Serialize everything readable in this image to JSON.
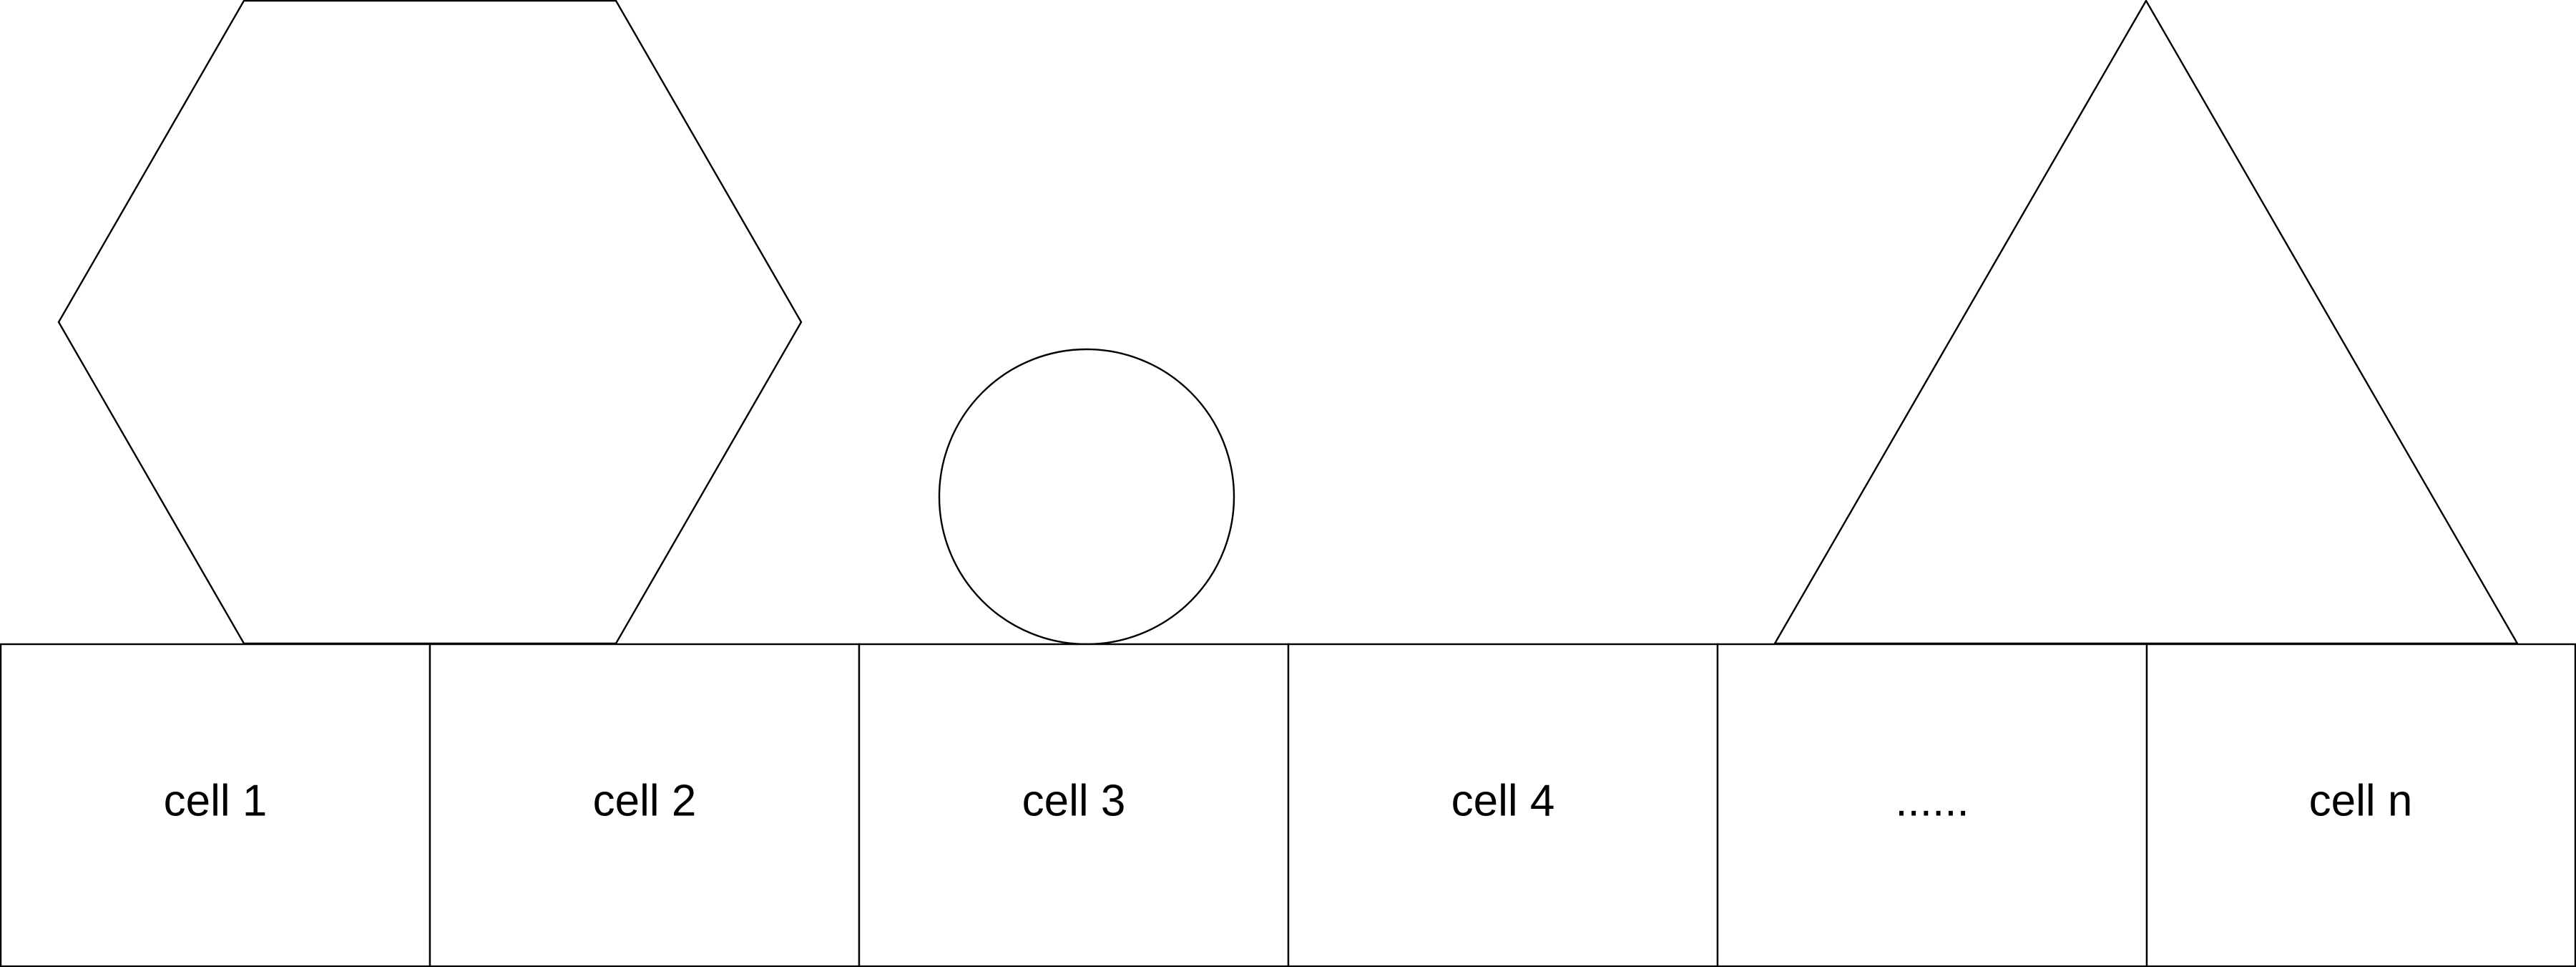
{
  "diagram": {
    "shapes": [
      {
        "name": "hexagon-shape",
        "kind": "hexagon"
      },
      {
        "name": "circle-shape",
        "kind": "circle"
      },
      {
        "name": "triangle-shape",
        "kind": "triangle"
      }
    ],
    "cells": [
      {
        "label": "cell 1"
      },
      {
        "label": "cell 2"
      },
      {
        "label": "cell 3"
      },
      {
        "label": "cell 4"
      },
      {
        "label": "......"
      },
      {
        "label": "cell n"
      }
    ],
    "colors": {
      "stroke": "#000000",
      "fill": "#ffffff",
      "text": "#000000"
    }
  }
}
